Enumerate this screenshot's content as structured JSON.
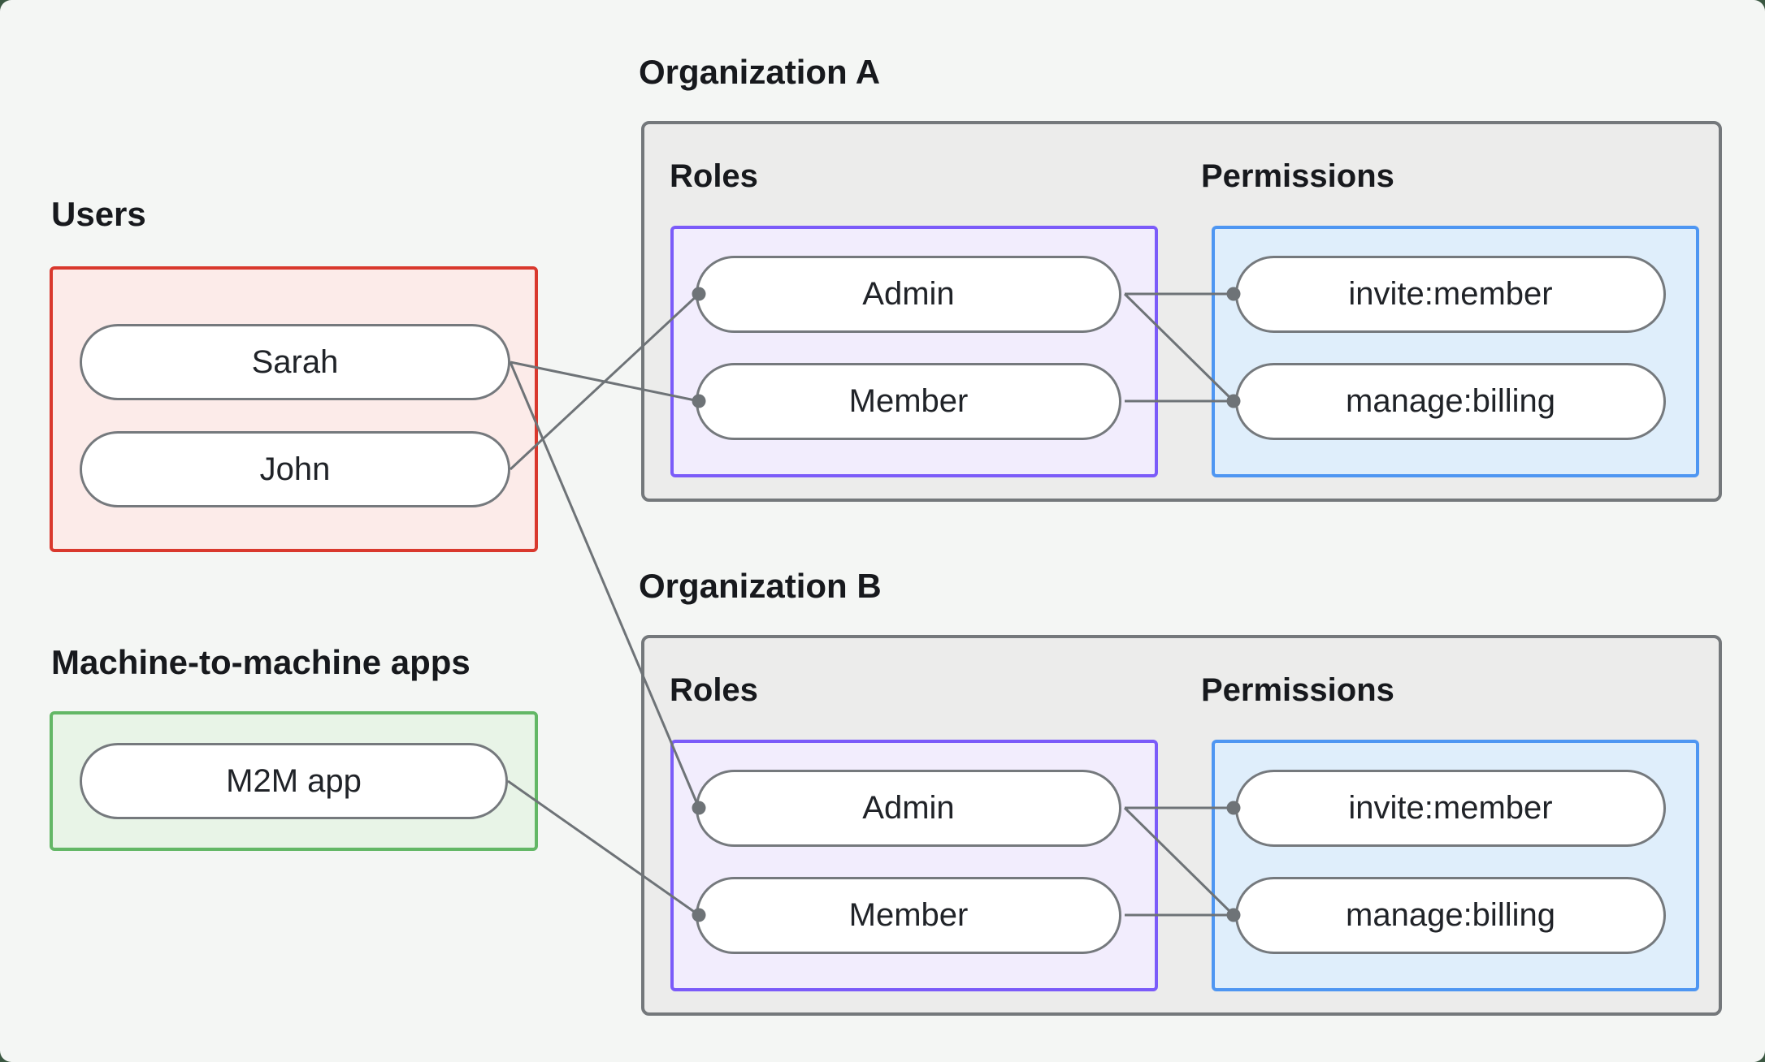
{
  "users_group": {
    "label": "Users",
    "items": [
      "Sarah",
      "John"
    ]
  },
  "m2m_group": {
    "label": "Machine-to-machine apps",
    "items": [
      "M2M app"
    ]
  },
  "organizations": [
    {
      "title": "Organization A",
      "roles_label": "Roles",
      "permissions_label": "Permissions",
      "roles": [
        "Admin",
        "Member"
      ],
      "permissions": [
        "invite:member",
        "manage:billing"
      ]
    },
    {
      "title": "Organization B",
      "roles_label": "Roles",
      "permissions_label": "Permissions",
      "roles": [
        "Admin",
        "Member"
      ],
      "permissions": [
        "invite:member",
        "manage:billing"
      ]
    }
  ],
  "connections": [
    {
      "from": "Sarah",
      "to": "Organization A / Member"
    },
    {
      "from": "John",
      "to": "Organization A / Admin"
    },
    {
      "from": "Sarah",
      "to": "Organization B / Admin"
    },
    {
      "from": "M2M app",
      "to": "Organization B / Member"
    },
    {
      "from": "Organization A / Admin",
      "to": "Organization A / invite:member"
    },
    {
      "from": "Organization A / Admin",
      "to": "Organization A / manage:billing"
    },
    {
      "from": "Organization A / Member",
      "to": "Organization A / manage:billing"
    },
    {
      "from": "Organization B / Admin",
      "to": "Organization B / invite:member"
    },
    {
      "from": "Organization B / Admin",
      "to": "Organization B / manage:billing"
    },
    {
      "from": "Organization B / Member",
      "to": "Organization B / manage:billing"
    }
  ],
  "colors": {
    "page_background": "#f4f6f4",
    "outer_background": "#3a5741",
    "users_border": "#d9382d",
    "users_fill": "#fcebe9",
    "m2m_border": "#63b766",
    "m2m_fill": "#e8f4e7",
    "org_border": "#74787b",
    "org_fill": "#ececeb",
    "roles_border": "#7b5bf9",
    "roles_fill": "#f2edfd",
    "permissions_border": "#4e96f2",
    "permissions_fill": "#dfeefb",
    "pill_border": "#75797d",
    "connector": "#6e7377",
    "text": "#17191d"
  }
}
